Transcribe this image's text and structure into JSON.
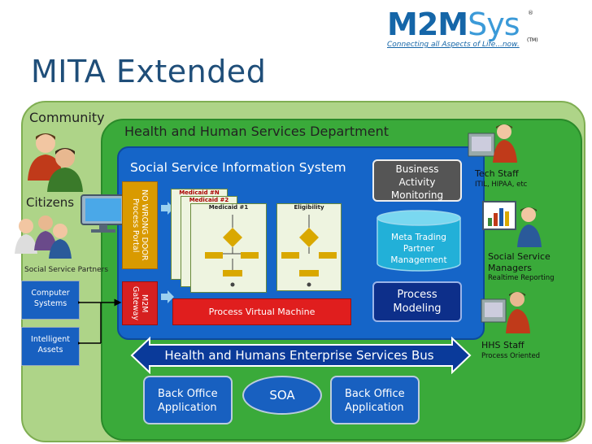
{
  "title": "MITA Extended",
  "logo": {
    "main_bold": "M2M",
    "main_light": "Sys",
    "tagline": "Connecting all Aspects of Life...now.",
    "tm": "(TM)",
    "reg": "®"
  },
  "community_label": "Community",
  "hhs_label": "Health and Human Services Department",
  "ssis_label": "Social Service Information System",
  "citizens_label": "Citizens",
  "partners_label": "Social  Service Partners",
  "side_boxes": [
    "Computer\nSystems",
    "Intelligent\nAssets"
  ],
  "nwd_label": "NO WRONG DOOR\nProcess Portal",
  "m2m_label": "M2M\nGateway",
  "cards": {
    "medicaid_n": "Medicaid #N",
    "medicaid_2": "Medicaid #2",
    "medicaid_1": "Medicaid #1",
    "eligibility": "Eligibility"
  },
  "pvm_label": "Process Virtual Machine",
  "bam_label": "Business\nActivity\nMonitoring",
  "meta_label": "Meta Trading\nPartner\nManagement",
  "pm_label": "Process\nModeling",
  "esb_label": "Health and Humans Enterprise Services Bus",
  "back_office_1": "Back Office\nApplication",
  "back_office_2": "Back Office\nApplication",
  "soa_label": "SOA",
  "people": [
    {
      "title": "Tech Staff",
      "sub": "ITIL, HIPAA, etc"
    },
    {
      "title": "Social  Service\nManagers",
      "sub": "Realtime Reporting"
    },
    {
      "title": "HHS Staff",
      "sub": "Process Oriented"
    }
  ],
  "colors": {
    "community": "#aed488",
    "hhs": "#3aaa3a",
    "ssis": "#1565c8",
    "portal": "#d99a00",
    "red": "#e01e1e",
    "dark_blue": "#0d2f8a"
  }
}
